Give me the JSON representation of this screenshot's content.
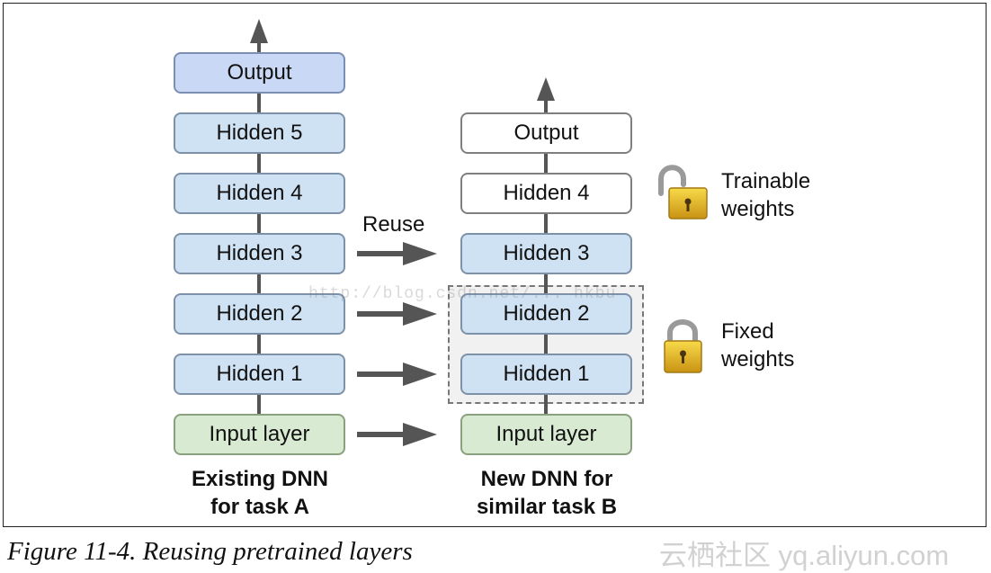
{
  "left_network": {
    "layers": [
      "Output",
      "Hidden 5",
      "Hidden 4",
      "Hidden 3",
      "Hidden 2",
      "Hidden 1",
      "Input layer"
    ],
    "caption_line1": "Existing DNN",
    "caption_line2": "for task A"
  },
  "right_network": {
    "layers": [
      "Output",
      "Hidden 4",
      "Hidden 3",
      "Hidden 2",
      "Hidden 1",
      "Input layer"
    ],
    "caption_line1": "New DNN for",
    "caption_line2": "similar task B"
  },
  "reuse_label": "Reuse",
  "legend": {
    "trainable_line1": "Trainable",
    "trainable_line2": "weights",
    "fixed_line1": "Fixed",
    "fixed_line2": "weights"
  },
  "figure_caption": "Figure 11-4. Reusing pretrained layers",
  "watermark_text": "http://blog.csdn.net/...  hkbu",
  "site_watermark": "云栖社区 yq.aliyun.com",
  "colors": {
    "hidden": "#cfe2f3",
    "output_a": "#c9d9f5",
    "input": "#d9ead3",
    "trainable": "#ffffff",
    "arrow": "#555555",
    "lock": "#e2b522"
  }
}
